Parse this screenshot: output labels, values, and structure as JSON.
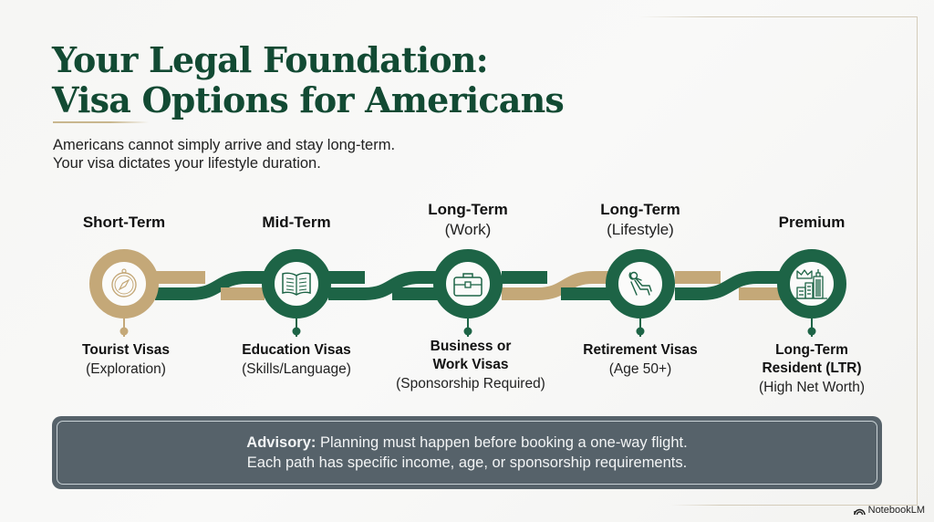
{
  "header": {
    "title_lines": [
      "Your Legal Foundation:",
      "Visa Options for Americans"
    ],
    "subtitle_lines": [
      "Americans cannot simply arrive and stay long-term.",
      "Your visa dictates your lifestyle duration."
    ]
  },
  "colors": {
    "title": "#124a33",
    "green": "#1d6446",
    "gold": "#c4a878",
    "advisory_bg": "#56626a"
  },
  "stages": [
    {
      "category": "Short-Term",
      "category_sub": "",
      "icon": "compass-icon",
      "color": "gold",
      "visa": "Tourist Visas",
      "visa_line2": "",
      "note": "(Exploration)"
    },
    {
      "category": "Mid-Term",
      "category_sub": "",
      "icon": "open-book-icon",
      "color": "green",
      "visa": "Education Visas",
      "visa_line2": "",
      "note": "(Skills/Language)"
    },
    {
      "category": "Long-Term",
      "category_sub": "(Work)",
      "icon": "briefcase-icon",
      "color": "green",
      "visa": "Business or",
      "visa_line2": "Work Visas",
      "note": "(Sponsorship Required)"
    },
    {
      "category": "Long-Term",
      "category_sub": "(Lifestyle)",
      "icon": "reclining-person-icon",
      "color": "green",
      "visa": "Retirement Visas",
      "visa_line2": "",
      "note": "(Age 50+)"
    },
    {
      "category": "Premium",
      "category_sub": "",
      "icon": "crown-city-icon",
      "color": "green",
      "visa": "Long-Term",
      "visa_line2": "Resident (LTR)",
      "note": "(High Net Worth)"
    }
  ],
  "advisory": {
    "label": "Advisory:",
    "line1": " Planning must happen before booking a one-way flight.",
    "line2": "Each path has specific income, age, or sponsorship requirements."
  },
  "brand": {
    "name": "NotebookLM",
    "icon": "notebooklm-logo-icon"
  }
}
